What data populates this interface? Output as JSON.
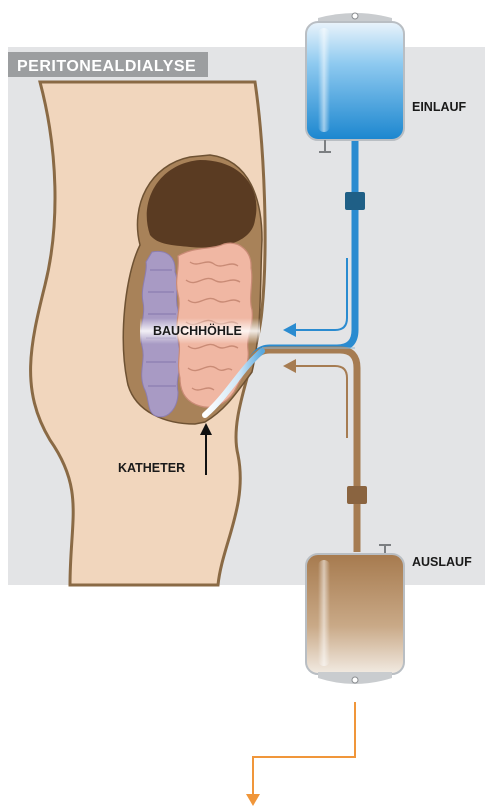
{
  "title": "PERITONEALDIALYSE",
  "labels": {
    "inflow": "EINLAUF",
    "outflow": "AUSLAUF",
    "cavity": "BAUCHHÖHLE",
    "catheter": "KATHETER"
  },
  "colors": {
    "background_panel": "#e3e4e6",
    "title_bar": "#9c9ea0",
    "skin": "#f1d6bd",
    "outline": "#8a6a45",
    "organ_dark": "#5a3b22",
    "intestine_pink": "#f0b7a3",
    "intestine_purple": "#a89ac4",
    "inflow_fluid": "#2a8bd0",
    "outflow_fluid": "#a67c52",
    "pointer_arrow": "#f0963a"
  }
}
